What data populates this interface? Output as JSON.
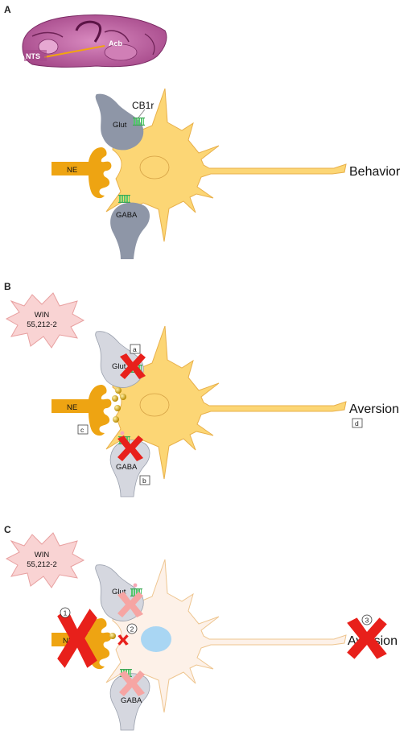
{
  "panels": {
    "a": {
      "letter": "A",
      "brain_labels": {
        "nts": "NTS",
        "acb": "Acb"
      },
      "receptor_label": "CB1r",
      "terminals": {
        "glut": "Glut",
        "ne": "NE",
        "gaba": "GABA"
      },
      "outcome": "Behavior"
    },
    "b": {
      "letter": "B",
      "drug_label": {
        "line1": "WIN",
        "line2": "55,212-2"
      },
      "terminals": {
        "glut": "Glut",
        "ne": "NE",
        "gaba": "GABA"
      },
      "outcome": "Aversion",
      "box_labels": {
        "a": "a",
        "b": "b",
        "c": "c",
        "d": "d"
      }
    },
    "c": {
      "letter": "C",
      "drug_label": {
        "line1": "WIN",
        "line2": "55,212-2"
      },
      "terminals": {
        "glut": "Glut",
        "ne": "NE",
        "gaba": "GABA"
      },
      "outcome": "Aversion",
      "step_numbers": {
        "one": "1",
        "two": "2",
        "three": "3"
      }
    }
  },
  "colors": {
    "neuron_fill": "#fcd675",
    "neuron_stroke": "#e8b04a",
    "neuron_fill_faded": "#fdf1e8",
    "neuron_stroke_faded": "#eec58f",
    "nucleus_faded": "#a9d6f3",
    "ne_terminal": "#eea412",
    "glut_gaba_terminal": "#8e96a7",
    "glut_gaba_terminal_light": "#d5d7df",
    "receptor": "#53c96c",
    "block_red": "#e8201b",
    "block_pink": "#f6a5a3",
    "starburst_fill": "#f9d3d3",
    "starburst_stroke": "#e8a0a0",
    "brain_tissue": "#c05da0",
    "projection_line": "#f2a50e"
  }
}
